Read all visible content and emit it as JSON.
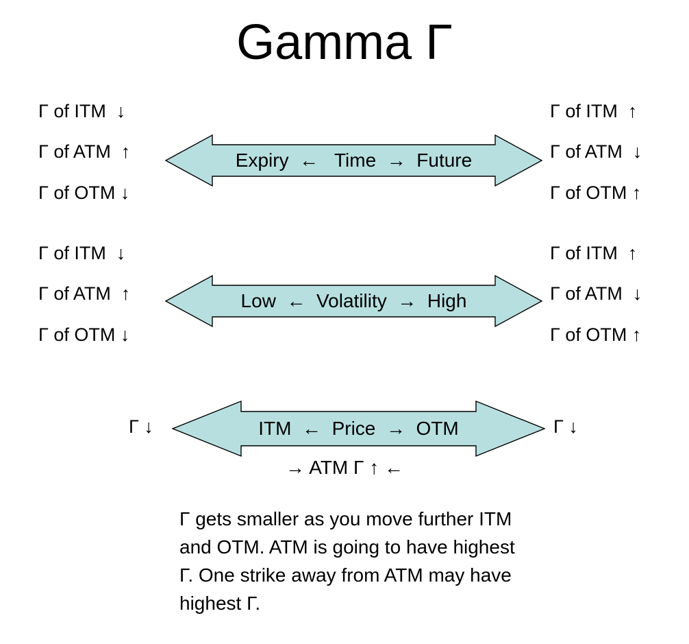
{
  "title": "Gamma Γ",
  "colors": {
    "arrow_fill": "#b7dfe0",
    "arrow_stroke": "#000000",
    "background": "#ffffff",
    "text": "#000000"
  },
  "blocks": [
    {
      "id": "time",
      "left_labels": [
        "Γ of ITM  ↓",
        "Γ of ATM  ↑",
        "Γ of OTM ↓"
      ],
      "arrow_text": "Expiry  ←   Time  →  Future",
      "right_labels": [
        "Γ of ITM  ↑",
        "Γ of ATM  ↓",
        "Γ of OTM ↑"
      ]
    },
    {
      "id": "volatility",
      "left_labels": [
        "Γ of ITM  ↓",
        "Γ of ATM  ↑",
        "Γ of OTM ↓"
      ],
      "arrow_text": "Low  ←  Volatility  →  High",
      "right_labels": [
        "Γ of ITM  ↑",
        "Γ of ATM  ↓",
        "Γ of OTM ↑"
      ]
    },
    {
      "id": "price",
      "left_labels": [
        "Γ ↓"
      ],
      "arrow_text": "ITM  ←  Price  →  OTM",
      "right_labels": [
        "Γ ↓"
      ],
      "sub_label": "→ ATM Γ ↑ ←"
    }
  ],
  "note": "Γ gets smaller as you move further ITM and OTM. ATM is going to have highest Γ. One strike away from ATM may have highest Γ."
}
